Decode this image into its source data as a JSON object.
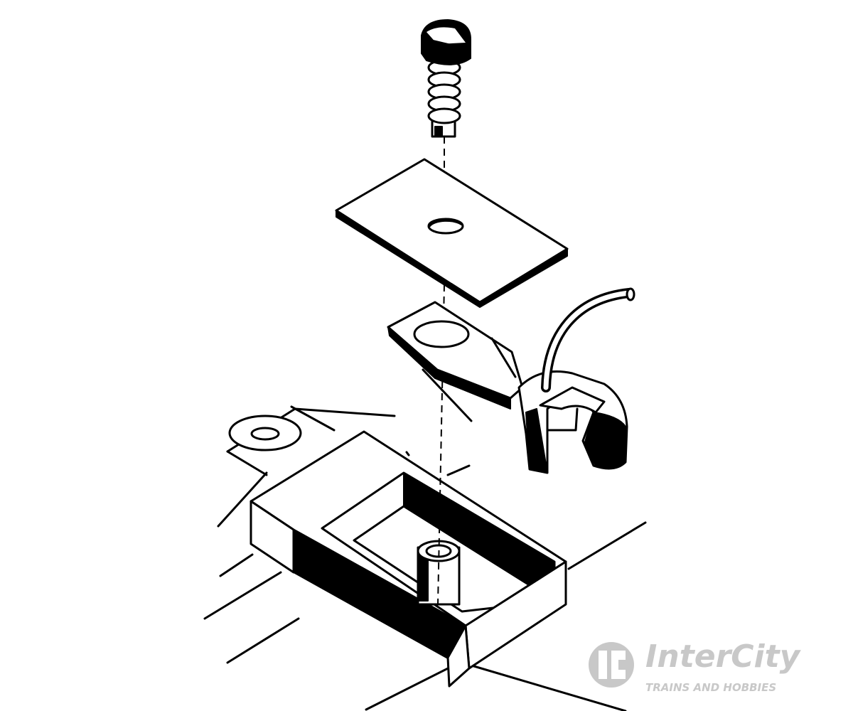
{
  "diagram": {
    "parts": [
      "screw",
      "spring",
      "cover-plate",
      "coupler",
      "trip-pin",
      "coupler-box",
      "washer"
    ],
    "colors": {
      "ink": "#000000",
      "paper": "#ffffff",
      "watermark": "#c8c8c8"
    }
  },
  "watermark": {
    "brand": "InterCity",
    "tagline": "TRAINS AND HOBBIES",
    "monogram": "IC"
  }
}
